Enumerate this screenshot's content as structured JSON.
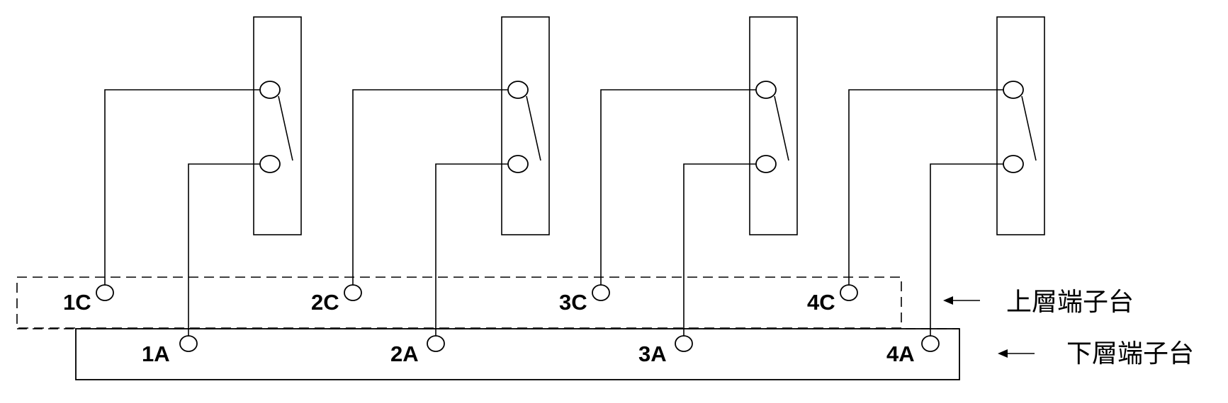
{
  "diagram": {
    "relay_count": 4,
    "upper_block_label": "上層端子台",
    "lower_block_label": "下層端子台",
    "common_terminals": [
      "1C",
      "2C",
      "3C",
      "4C"
    ],
    "output_terminals": [
      "1A",
      "2A",
      "3A",
      "4A"
    ],
    "colors": {
      "line": "#000000",
      "background": "#ffffff"
    }
  }
}
